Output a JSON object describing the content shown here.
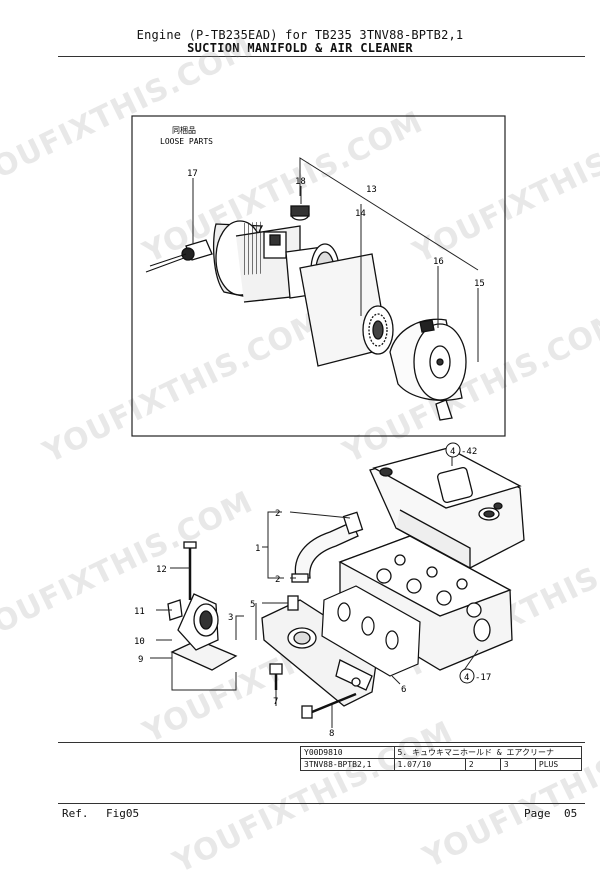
{
  "header": {
    "title_line1": "Engine (P-TB235EAD) for TB235 3TNV88-BPTB2,1",
    "title_line2": "SUCTION MANIFOLD & AIR CLEANER"
  },
  "watermark": "YOUFIXTHIS.COM",
  "diagram": {
    "loose_parts_jp": "同梱品",
    "loose_parts": "LOOSE PARTS",
    "callouts": {
      "c17_top": "17",
      "c18": "18",
      "c13": "13",
      "c14": "14",
      "c16": "16",
      "c15": "15",
      "c2_top": "2",
      "c1": "1",
      "c2_mid": "2",
      "c12": "12",
      "c5": "5",
      "c3": "3",
      "c11": "11",
      "c10": "10",
      "c9": "9",
      "c7": "7",
      "c8": "8",
      "c6": "6"
    },
    "ref_circles": {
      "r42_num": "4",
      "r42_label": "-42",
      "r17_num": "4",
      "r17_label": "-17"
    }
  },
  "info_table": {
    "r1c1": "Y00D9810",
    "r1c2": "5. キュウキマニホールド & エアクリーナ",
    "r2c1": "3TNV88-BPTB2,1",
    "r2c2": "1.07/10",
    "r2c3": "2",
    "r2c4": "3",
    "r2c5": "PLUS"
  },
  "footer": {
    "ref_label": "Ref.",
    "fig": "Fig05",
    "page_label": "Page",
    "page_number": "05"
  }
}
